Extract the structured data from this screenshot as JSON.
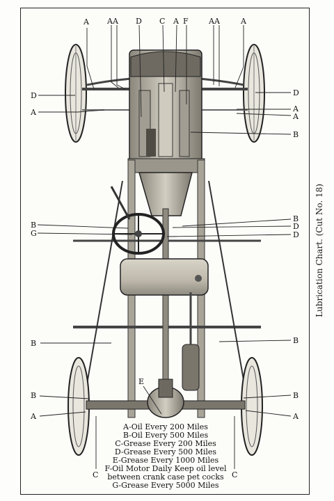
{
  "caption": "Lubrication Chart.   (Cut No. 18)",
  "legend": [
    "A-Oil Every 200 Miles",
    "B-Oil Every 500 Miles",
    "C-Grease Every 200 Miles",
    "D-Grease Every 500 Miles",
    "E-Grease Every 1000 Miles",
    "F-Oil Motor Daily  Keep oil level",
    "between crank case  pet cocks",
    "G-Grease Every 5000 Miles"
  ],
  "labels": {
    "top_a_left": "A",
    "top_aa_left": "AA",
    "top_d": "D",
    "top_c": "C",
    "top_a_mid": "A",
    "top_f": "F",
    "top_aa_right": "AA",
    "top_a_right": "A",
    "left_d": "D",
    "left_a": "A",
    "right_d": "D",
    "right_a1": "A",
    "right_a2": "A",
    "right_b": "B",
    "mid_left_b": "B",
    "mid_left_g": "G",
    "mid_right_b": "B",
    "mid_right_d1": "D",
    "mid_right_d2": "D",
    "low_left_b": "B",
    "low_right_b": "B",
    "rear_left_b": "B",
    "rear_left_a": "A",
    "rear_left_c": "C",
    "rear_right_b": "B",
    "rear_right_a": "A",
    "rear_right_c": "C",
    "diff_e": "E"
  },
  "colors": {
    "ink": "#1a1a1a",
    "metal": "#b9b4a6",
    "dark": "#5b574e",
    "paper": "#fcfcf9"
  }
}
